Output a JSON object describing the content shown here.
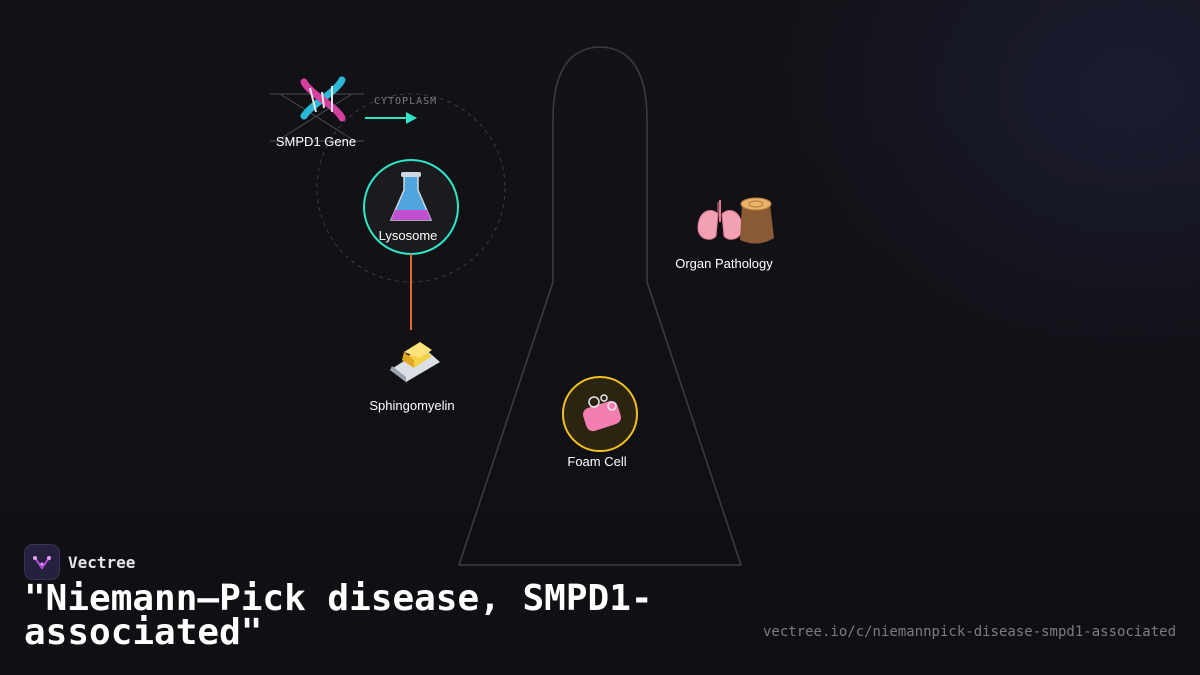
{
  "nodes": {
    "gene": {
      "label": "SMPD1 Gene",
      "icon": "dna-icon"
    },
    "lysosome": {
      "label": "Lysosome",
      "icon": "flask-icon"
    },
    "sphingomyelin": {
      "label": "Sphingomyelin",
      "icon": "butter-icon"
    },
    "foam_cell": {
      "label": "Foam Cell",
      "icon": "soap-icon"
    },
    "organ": {
      "label": "Organ Pathology",
      "icon": "lungs-wood-icon"
    }
  },
  "compartment_label": "CYTOPLASM",
  "colors": {
    "lysosome_ring": "#2ee6c8",
    "foam_ring": "#f0c020",
    "arrow": "#2ee6c8",
    "connector": "#e8672a"
  },
  "brand": {
    "name": "Vectree"
  },
  "title": "\"Niemann–Pick disease, SMPD1-associated\"",
  "url": "vectree.io/c/niemannpick-disease-smpd1-associated"
}
